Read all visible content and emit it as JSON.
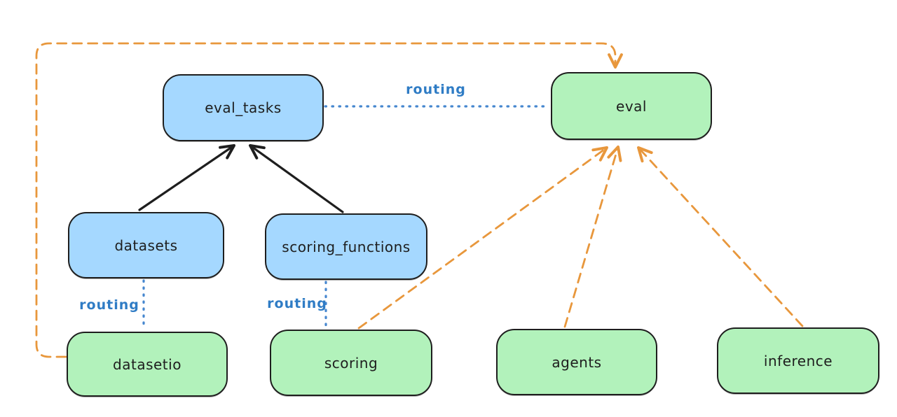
{
  "diagram": {
    "type": "architecture-flow",
    "background": "#ffffff",
    "colors": {
      "node_stroke": "#1e1e1e",
      "blue_node_fill": "#a5d8ff",
      "green_node_fill": "#b2f2bb",
      "black_arrow": "#1e1e1e",
      "orange_dashed_arrow": "#e8973c",
      "blue_dotted_line": "#4687cf",
      "routing_label_text": "#2f7cc5"
    },
    "nodes": {
      "eval_tasks": {
        "label": "eval_tasks",
        "fill": "blue"
      },
      "eval": {
        "label": "eval",
        "fill": "green"
      },
      "datasets": {
        "label": "datasets",
        "fill": "blue"
      },
      "scoring_functions": {
        "label": "scoring_functions",
        "fill": "blue"
      },
      "datasetio": {
        "label": "datasetio",
        "fill": "green"
      },
      "scoring": {
        "label": "scoring",
        "fill": "green"
      },
      "agents": {
        "label": "agents",
        "fill": "green"
      },
      "inference": {
        "label": "inference",
        "fill": "green"
      }
    },
    "edge_labels": {
      "eval_tasks_to_eval": "routing",
      "datasets_to_datasetio": "routing",
      "scoring_functions_to_scoring": "routing"
    },
    "edges": [
      {
        "from": "datasets",
        "to": "eval_tasks",
        "style": "solid",
        "color": "black",
        "arrow": true,
        "label": ""
      },
      {
        "from": "scoring_functions",
        "to": "eval_tasks",
        "style": "solid",
        "color": "black",
        "arrow": true,
        "label": ""
      },
      {
        "from": "eval_tasks",
        "to": "eval",
        "style": "dotted",
        "color": "blue",
        "arrow": false,
        "label": "routing"
      },
      {
        "from": "datasets",
        "to": "datasetio",
        "style": "dotted",
        "color": "blue",
        "arrow": false,
        "label": "routing"
      },
      {
        "from": "scoring_functions",
        "to": "scoring",
        "style": "dotted",
        "color": "blue",
        "arrow": false,
        "label": "routing"
      },
      {
        "from": "datasetio",
        "to": "eval",
        "style": "dashed",
        "color": "orange",
        "arrow": true,
        "label": ""
      },
      {
        "from": "scoring",
        "to": "eval",
        "style": "dashed",
        "color": "orange",
        "arrow": true,
        "label": ""
      },
      {
        "from": "agents",
        "to": "eval",
        "style": "dashed",
        "color": "orange",
        "arrow": true,
        "label": ""
      },
      {
        "from": "inference",
        "to": "eval",
        "style": "dashed",
        "color": "orange",
        "arrow": true,
        "label": ""
      }
    ]
  }
}
